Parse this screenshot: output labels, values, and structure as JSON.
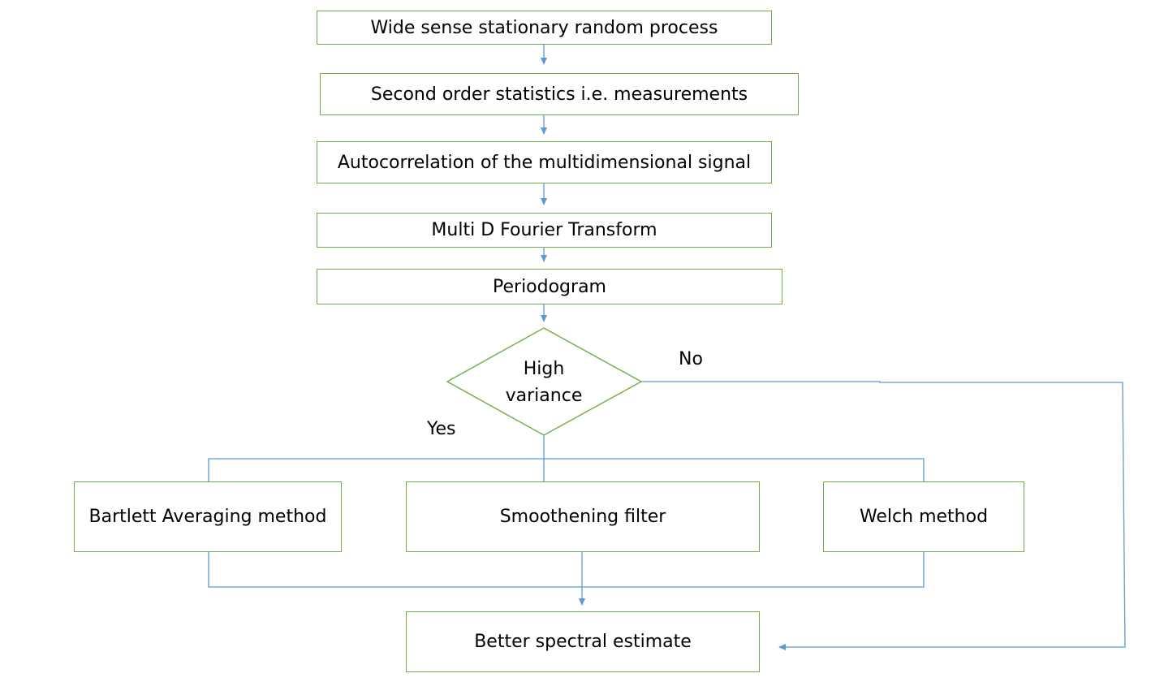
{
  "diagram": {
    "nodes": {
      "wss": "Wide sense stationary random process",
      "second_order": "Second order statistics i.e. measurements",
      "autocorrelation": "Autocorrelation of the multidimensional signal",
      "fourier": "Multi D Fourier Transform",
      "periodogram": "Periodogram",
      "decision_line1": "High",
      "decision_line2": "variance",
      "bartlett": "Bartlett Averaging method",
      "smoothening": "Smoothening filter",
      "welch": "Welch method",
      "better": "Better spectral estimate"
    },
    "branch_labels": {
      "no": "No",
      "yes": "Yes"
    },
    "edges": [
      [
        "wss",
        "second_order"
      ],
      [
        "second_order",
        "autocorrelation"
      ],
      [
        "autocorrelation",
        "fourier"
      ],
      [
        "fourier",
        "periodogram"
      ],
      [
        "periodogram",
        "decision"
      ],
      [
        "decision",
        "bartlett",
        "Yes"
      ],
      [
        "decision",
        "smoothening",
        "Yes"
      ],
      [
        "decision",
        "welch",
        "Yes"
      ],
      [
        "bartlett",
        "better"
      ],
      [
        "smoothening",
        "better"
      ],
      [
        "welch",
        "better"
      ],
      [
        "decision",
        "better",
        "No"
      ]
    ],
    "colors": {
      "box_border": "#70ad47",
      "connector": "#5b9bd5",
      "text": "#000000"
    }
  }
}
